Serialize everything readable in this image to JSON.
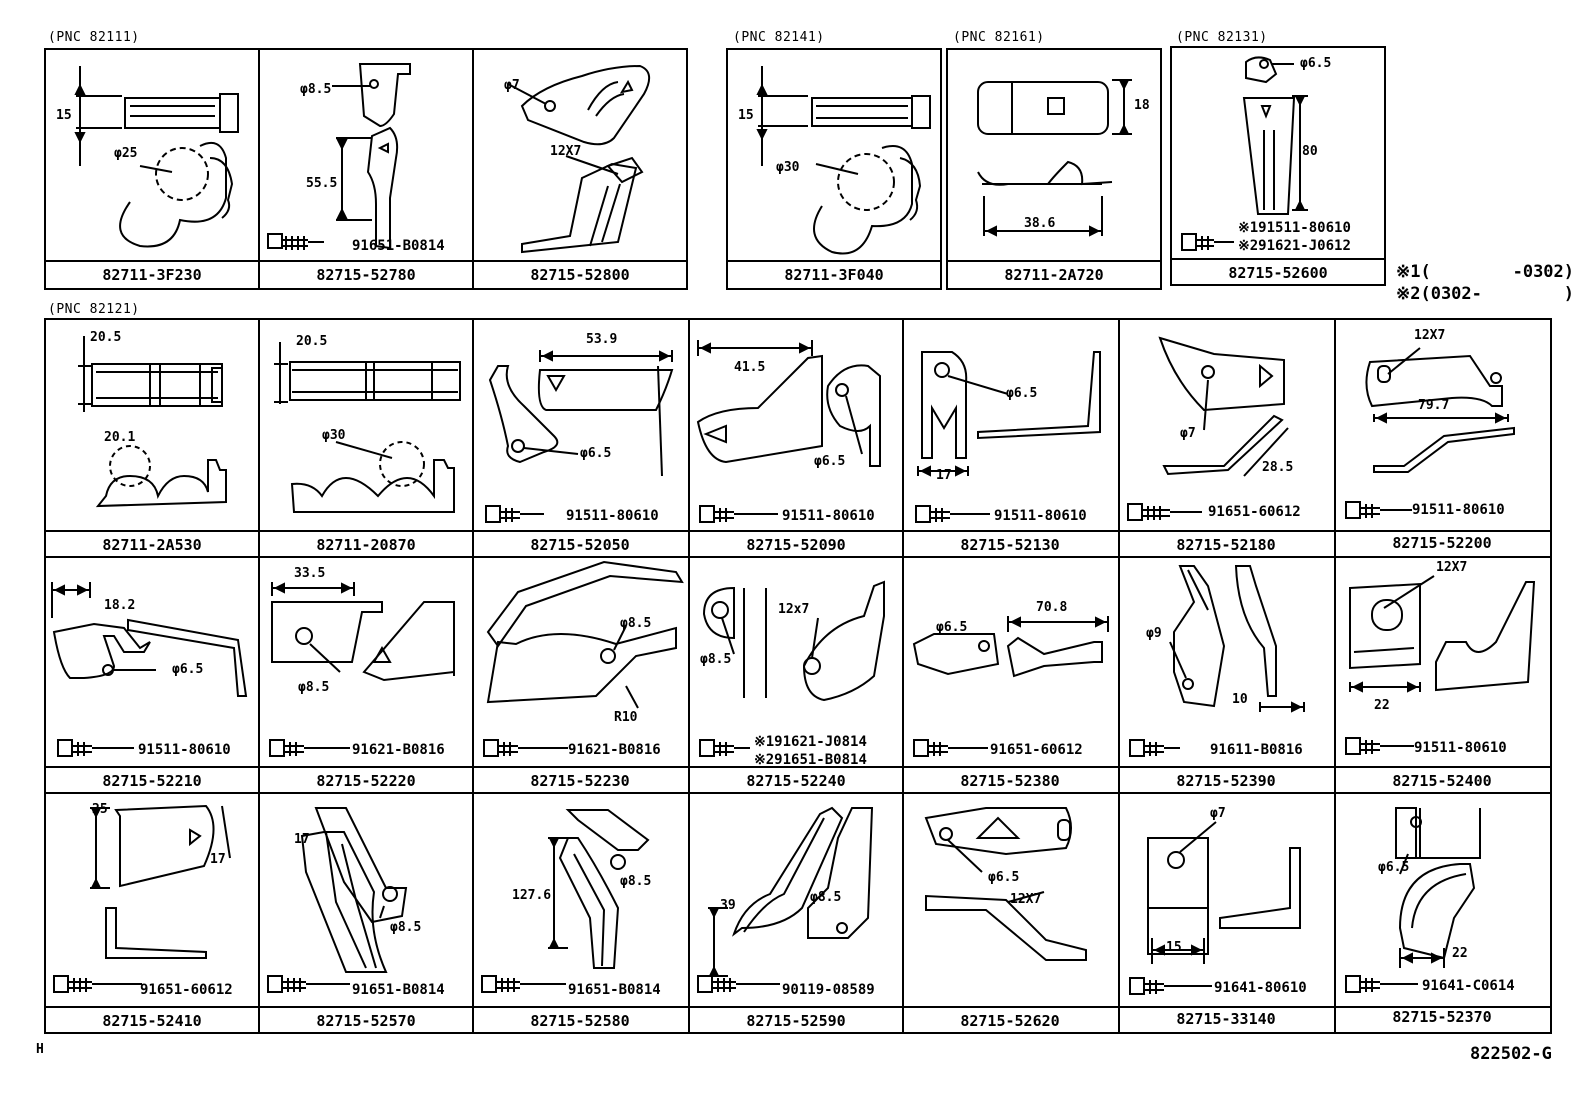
{
  "groups": [
    {
      "label": "(PNC 82111)"
    },
    {
      "label": "(PNC 82141)"
    },
    {
      "label": "(PNC 82161)"
    },
    {
      "label": "(PNC 82131)"
    },
    {
      "label": "(PNC 82121)"
    }
  ],
  "row1_left": [
    {
      "part": "82711-3F230",
      "dims": [
        "15",
        "φ25"
      ],
      "bolt": ""
    },
    {
      "part": "82715-52780",
      "dims": [
        "φ8.5",
        "55.5"
      ],
      "bolt": "91651-B0814"
    },
    {
      "part": "82715-52800",
      "dims": [
        "φ7",
        "12X7"
      ],
      "bolt": ""
    }
  ],
  "row1_right": [
    {
      "part": "82711-3F040",
      "dims": [
        "15",
        "φ30"
      ],
      "bolt": ""
    },
    {
      "part": "82711-2A720",
      "dims": [
        "18",
        "38.6"
      ],
      "bolt": ""
    },
    {
      "part": "82715-52600",
      "dims": [
        "φ6.5",
        "80"
      ],
      "bolt1": "※191511-80610",
      "bolt2": "※291621-J0612"
    }
  ],
  "notes": {
    "n1": "※1(        -0302)",
    "n2": "※2(0302-        )"
  },
  "row2": [
    {
      "part": "82711-2A530",
      "dims": [
        "20.5",
        "20.1"
      ],
      "bolt": ""
    },
    {
      "part": "82711-20870",
      "dims": [
        "20.5",
        "φ30"
      ],
      "bolt": ""
    },
    {
      "part": "82715-52050",
      "dims": [
        "53.9",
        "φ6.5"
      ],
      "bolt": "91511-80610"
    },
    {
      "part": "82715-52090",
      "dims": [
        "41.5",
        "φ6.5"
      ],
      "bolt": "91511-80610"
    },
    {
      "part": "82715-52130",
      "dims": [
        "φ6.5",
        "17"
      ],
      "bolt": "91511-80610"
    },
    {
      "part": "82715-52180",
      "dims": [
        "φ7",
        "28.5"
      ],
      "bolt": "91651-60612"
    },
    {
      "part": "82715-52200",
      "dims": [
        "12X7",
        "79.7"
      ],
      "bolt": "91511-80610"
    }
  ],
  "row3": [
    {
      "part": "82715-52210",
      "dims": [
        "18.2",
        "φ6.5"
      ],
      "bolt": "91511-80610"
    },
    {
      "part": "82715-52220",
      "dims": [
        "33.5",
        "φ8.5"
      ],
      "bolt": "91621-B0816"
    },
    {
      "part": "82715-52230",
      "dims": [
        "φ8.5",
        "R10"
      ],
      "bolt": "91621-B0816"
    },
    {
      "part": "82715-52240",
      "dims": [
        "φ8.5",
        "12x7"
      ],
      "bolt1": "※191621-J0814",
      "bolt2": "※291651-B0814"
    },
    {
      "part": "82715-52380",
      "dims": [
        "φ6.5",
        "70.8"
      ],
      "bolt": "91651-60612"
    },
    {
      "part": "82715-52390",
      "dims": [
        "φ9",
        "10"
      ],
      "bolt": "91611-B0816"
    },
    {
      "part": "82715-52400",
      "dims": [
        "12X7",
        "22"
      ],
      "bolt": "91511-80610"
    }
  ],
  "row4": [
    {
      "part": "82715-52410",
      "dims": [
        "25",
        "17"
      ],
      "bolt": "91651-60612"
    },
    {
      "part": "82715-52570",
      "dims": [
        "17",
        "φ8.5"
      ],
      "bolt": "91651-B0814"
    },
    {
      "part": "82715-52580",
      "dims": [
        "127.6",
        "φ8.5"
      ],
      "bolt": "91651-B0814"
    },
    {
      "part": "82715-52590",
      "dims": [
        "39",
        "φ8.5"
      ],
      "bolt": "90119-08589"
    },
    {
      "part": "82715-52620",
      "dims": [
        "φ6.5",
        "12X7"
      ],
      "bolt": ""
    },
    {
      "part": "82715-33140",
      "dims": [
        "φ7",
        "15"
      ],
      "bolt": "91641-80610"
    },
    {
      "part": "82715-52370",
      "dims": [
        "φ6.5",
        "22"
      ],
      "bolt": "91641-C0614"
    }
  ],
  "footer": {
    "left": "H",
    "right": "822502-G"
  }
}
